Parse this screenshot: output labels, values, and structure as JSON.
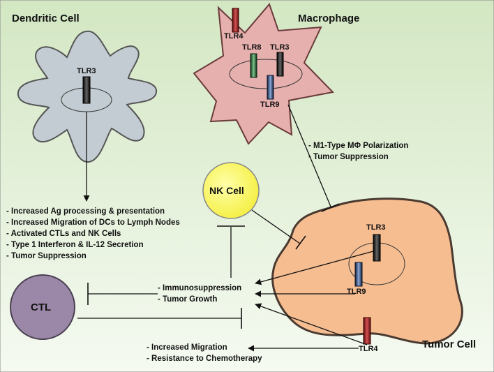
{
  "cells": {
    "dendritic": {
      "name": "Dendritic Cell",
      "receptor": "TLR3"
    },
    "macrophage": {
      "name": "Macrophage",
      "receptors": [
        "TLR4",
        "TLR8",
        "TLR3",
        "TLR9"
      ]
    },
    "nk": {
      "name": "NK Cell"
    },
    "ctl": {
      "name": "CTL"
    },
    "tumor": {
      "name": "Tumor Cell",
      "receptors": [
        "TLR3",
        "TLR9",
        "TLR4"
      ]
    }
  },
  "effects": {
    "dendritic": [
      "- Increased Ag processing & presentation",
      "- Increased Migration of DCs to Lymph Nodes",
      "- Activated CTLs and NK Cells",
      "- Type 1 Interferon & IL-12 Secretion",
      "- Tumor Suppression"
    ],
    "macrophage": [
      "- M1-Type MΦ Polarization",
      "- Tumor Suppression"
    ],
    "tumor_tlr": [
      "- Immunosuppression",
      "- Tumor Growth"
    ],
    "tumor_tlr4": [
      "- Increased Migration",
      "- Resistance to Chemotherapy"
    ]
  },
  "colors": {
    "background": "#d6e9c6",
    "dendritic_fill": "#c3ccd2",
    "macrophage_fill": "#e6b0ae",
    "tumor_fill": "#f6bd91",
    "nk_fill": "#ffff6a",
    "ctl_fill": "#9b88a8"
  }
}
